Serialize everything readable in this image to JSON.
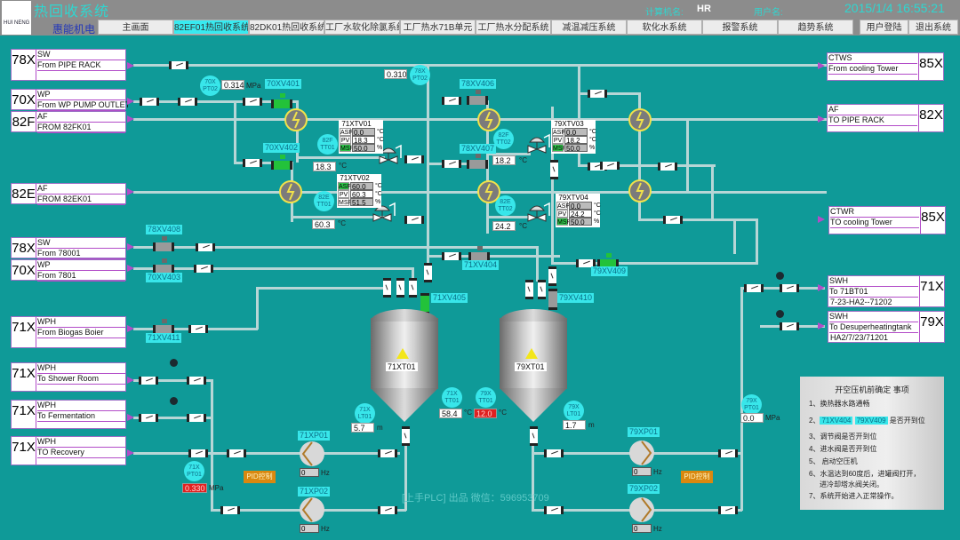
{
  "header": {
    "app_title": "热回收系统",
    "logo_text": "HUI NENG",
    "company": "惠能机电",
    "computer_label": "计算机名:",
    "computer_name": "HR",
    "user_label": "用户名:",
    "user_name": "",
    "datetime": "2015/1/4 16:55:21"
  },
  "nav": {
    "items": [
      {
        "label": "主画面",
        "active": false
      },
      {
        "label": "82EF01热回收系统",
        "active": true
      },
      {
        "label": "82DK01热回收系统",
        "active": false
      },
      {
        "label": "工厂水软化除氯系统",
        "active": false
      },
      {
        "label": "工厂热水71B单元",
        "active": false
      },
      {
        "label": "工厂热水分配系统",
        "active": false
      },
      {
        "label": "减温减压系统",
        "active": false
      },
      {
        "label": "软化水系统",
        "active": false
      },
      {
        "label": "报警系统",
        "active": false
      },
      {
        "label": "趋势系统",
        "active": false
      }
    ],
    "login": "用户登陆",
    "exit": "退出系统"
  },
  "sources": [
    {
      "code": "78X",
      "line1": "SW",
      "line2": "From PIPE RACK",
      "line3": ""
    },
    {
      "code": "70X",
      "line1": "WP",
      "line2": "From WP PUMP OUTLET",
      "line3": ""
    },
    {
      "code": "82F",
      "line1": "AF",
      "line2": "FROM 82FK01",
      "line3": ""
    },
    {
      "code": "82E",
      "line1": "AF",
      "line2": "FROM 82EK01",
      "line3": ""
    },
    {
      "code": "78X",
      "line1": "SW",
      "line2": "From 78001",
      "line3": ""
    },
    {
      "code": "70X",
      "line1": "WP",
      "line2": "From 7801",
      "line3": ""
    },
    {
      "code": "71X",
      "line1": "WPH",
      "line2": "From Biogas Boier",
      "line3": ""
    },
    {
      "code": "71X",
      "line1": "WPH",
      "line2": "To Shower Room",
      "line3": ""
    },
    {
      "code": "71X",
      "line1": "WPH",
      "line2": "To Fermentation",
      "line3": ""
    },
    {
      "code": "71X",
      "line1": "WPH",
      "line2": "TO Recovery",
      "line3": ""
    }
  ],
  "destinations": [
    {
      "code": "85X",
      "line1": "CTWS",
      "line2": "From cooling Tower",
      "line3": ""
    },
    {
      "code": "82X",
      "line1": "AF",
      "line2": "TO PIPE RACK",
      "line3": ""
    },
    {
      "code": "85X",
      "line1": "CTWR",
      "line2": "TO cooling Tower",
      "line3": ""
    },
    {
      "code": "71X",
      "line1": "SWH",
      "line2": "To 71BT01",
      "line3": "7-23-HA2--71202"
    },
    {
      "code": "79X",
      "line1": "SWH",
      "line2": "To Desuperheatingtank",
      "line3": "HA2/7/23/71201"
    }
  ],
  "valve_tags": {
    "xv401": "70XV401",
    "xv402": "70XV402",
    "xv406": "78XV406",
    "xv407": "78XV407",
    "xv408": "78XV408",
    "xv403": "70XV403",
    "xv411": "71XV411",
    "xv404": "71XV404",
    "xv409": "79XV409",
    "xv405": "71XV405",
    "xv410": "79XV410"
  },
  "instruments": {
    "pt02_70x": {
      "tag1": "70X",
      "tag2": "PT02",
      "value": "0.314",
      "unit": "MPa"
    },
    "pt02_78x": {
      "tag1": "78X",
      "tag2": "PT02",
      "value": "0.310"
    },
    "tt01_82f": {
      "tag1": "82F",
      "tag2": "TT01",
      "value": "18.3",
      "unit": "°C"
    },
    "tt01_82e": {
      "tag1": "82E",
      "tag2": "TT01",
      "value": "60.3",
      "unit": "°C"
    },
    "tt02_82f": {
      "tag1": "82F",
      "tag2": "TT02",
      "value": "18.2",
      "unit": "°C"
    },
    "tt02_82e": {
      "tag1": "82E",
      "tag2": "TT02",
      "value": "24.2",
      "unit": "°C"
    },
    "lt01_71x": {
      "tag1": "71X",
      "tag2": "LT01",
      "value": "5.7",
      "unit": "m"
    },
    "tt01_71x": {
      "tag1": "71X",
      "tag2": "TT01",
      "value": "58.4",
      "unit": "°C"
    },
    "tt01_79x": {
      "tag1": "79X",
      "tag2": "TT01",
      "value": "12.0",
      "unit": "°C"
    },
    "lt01_79x": {
      "tag1": "79X",
      "tag2": "LT01",
      "value": "1.7",
      "unit": "m"
    },
    "pt01_71x": {
      "tag1": "71X",
      "tag2": "PT01",
      "value": "0.330",
      "unit": "MPa"
    },
    "pt01_79x": {
      "tag1": "79X",
      "tag2": "PT01",
      "value": "0.0",
      "unit": "MPa"
    }
  },
  "controllers": [
    {
      "name": "71XTV01",
      "asp": "0.0",
      "pv": "18.3",
      "msp": "50.0"
    },
    {
      "name": "71XTV02",
      "asp": "60.0",
      "pv": "60.3",
      "msp": "51.5"
    },
    {
      "name": "79XTV03",
      "asp": "0.0",
      "pv": "18.2",
      "msp": "50.0"
    },
    {
      "name": "79XTV04",
      "asp": "0.0",
      "pv": "24.2",
      "msp": "50.0"
    }
  ],
  "controller_labels": {
    "asp": "ASP",
    "pv": "PV",
    "msp": "MSP",
    "deg": "°C",
    "pct": "%"
  },
  "tanks": {
    "t71": "71XT01",
    "t79": "79XT01"
  },
  "pumps": [
    {
      "name": "71XP01",
      "hz": "0",
      "unit": "Hz"
    },
    {
      "name": "71XP02",
      "hz": "0",
      "unit": "Hz"
    },
    {
      "name": "79XP01",
      "hz": "0",
      "unit": "Hz"
    },
    {
      "name": "79XP02",
      "hz": "0",
      "unit": "Hz"
    }
  ],
  "pid_label": "PID控制",
  "notes": {
    "title": "开空压机前确定 事项",
    "items": [
      "1、换热器水路通畅",
      "2、",
      "是否开到位",
      "3、调节阀是否开到位",
      "4、进水阀是否开到位",
      "5、 启动空压机",
      "6、水温达到60度后，进罐阀打开，",
      "进冷却塔水阀关闭。",
      "7、系统开始进入正常操作。"
    ],
    "hl1": "71XV404",
    "hl2": "79XV409"
  },
  "watermark": "[上手PLC] 出品  微信：596953709",
  "colors": {
    "background": "#0f9a98",
    "accent": "#38e6ea",
    "alarm": "#e02020",
    "valve_open": "#23c23a"
  }
}
